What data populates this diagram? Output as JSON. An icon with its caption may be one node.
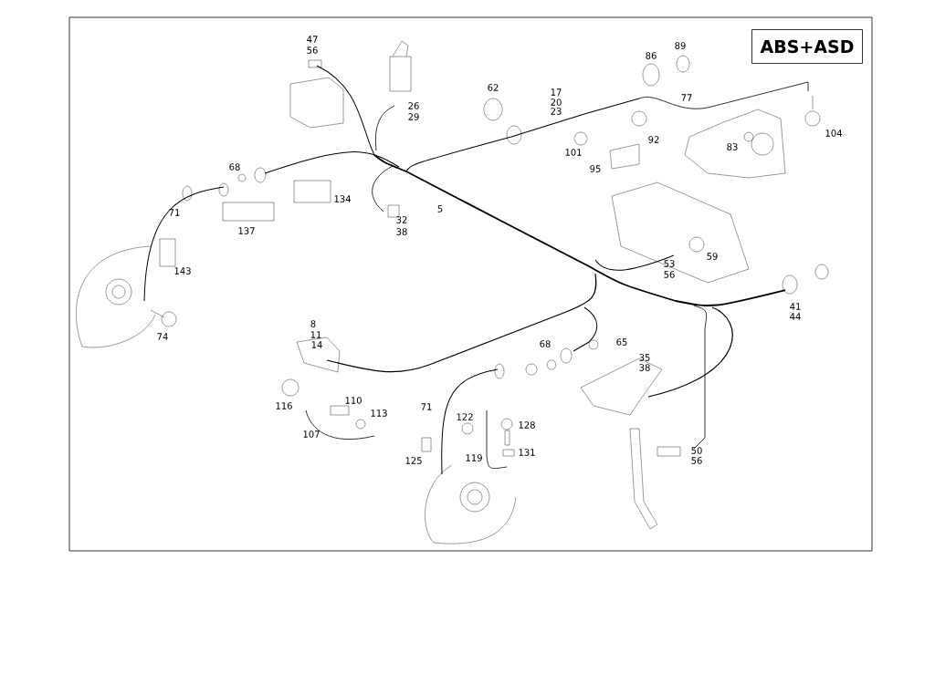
{
  "diagram": {
    "nodes": [
      {
        "text": [
          "ABS+ASD"
        ]
      }
    ],
    "labels": [
      "47",
      "56",
      "89",
      "86",
      "62",
      "17",
      "20",
      "26",
      "77",
      "23",
      "29",
      "104",
      "92",
      "83",
      "101",
      "68",
      "95",
      "134",
      "71",
      "5",
      "32",
      "137",
      "38",
      "59",
      "53",
      "143",
      "56",
      "41",
      "44",
      "8",
      "74",
      "11",
      "65",
      "68",
      "14",
      "35",
      "38",
      "110",
      "116",
      "71",
      "113",
      "122",
      "128",
      "107",
      "50",
      "131",
      "119",
      "56",
      "125"
    ]
  }
}
